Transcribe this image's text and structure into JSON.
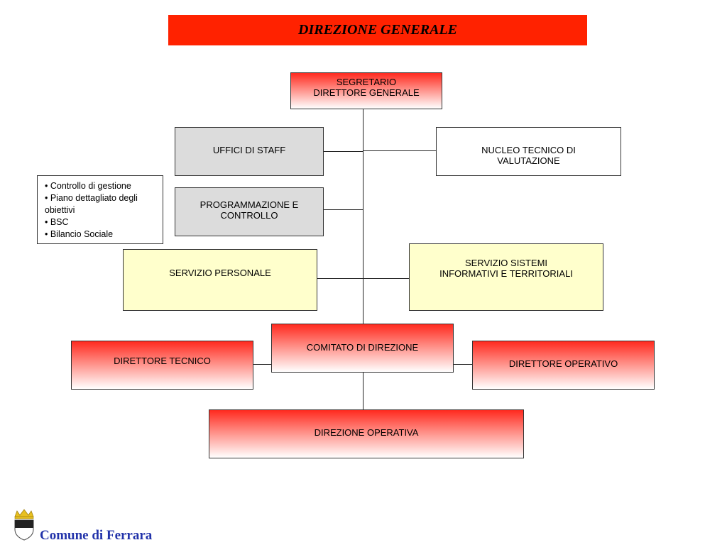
{
  "header": {
    "title": "DIREZIONE GENERALE"
  },
  "org": {
    "segretario": "SEGRETARIO\nDIRETTORE GENERALE",
    "uffici_staff": "UFFICI DI STAFF",
    "nucleo": "NUCLEO TECNICO DI\nVALUTAZIONE",
    "programmazione": "PROGRAMMAZIONE E\nCONTROLLO",
    "servizio_personale": "SERVIZIO PERSONALE",
    "servizio_sistemi": "SERVIZIO SISTEMI\nINFORMATIVI E TERRITORIALI",
    "comitato": "COMITATO DI DIREZIONE",
    "direttore_tecnico": "DIRETTORE  TECNICO",
    "direttore_operativo": "DIRETTORE  OPERATIVO",
    "direzione_operativa": "DIREZIONE OPERATIVA"
  },
  "notes": {
    "items": [
      "• Controllo di gestione",
      "• Piano dettagliato degli obiettivi",
      "• BSC",
      "• Bilancio Sociale"
    ]
  },
  "footer": {
    "label": "Comune di Ferrara",
    "logo": "ferrara-coat-of-arms-icon"
  },
  "colors": {
    "title_bar": "#ff2200",
    "red_gradient_top": "#ff2a1f",
    "staff_gray": "#dcdcdc",
    "service_yellow": "#ffffcc",
    "footer_text": "#2233aa"
  }
}
